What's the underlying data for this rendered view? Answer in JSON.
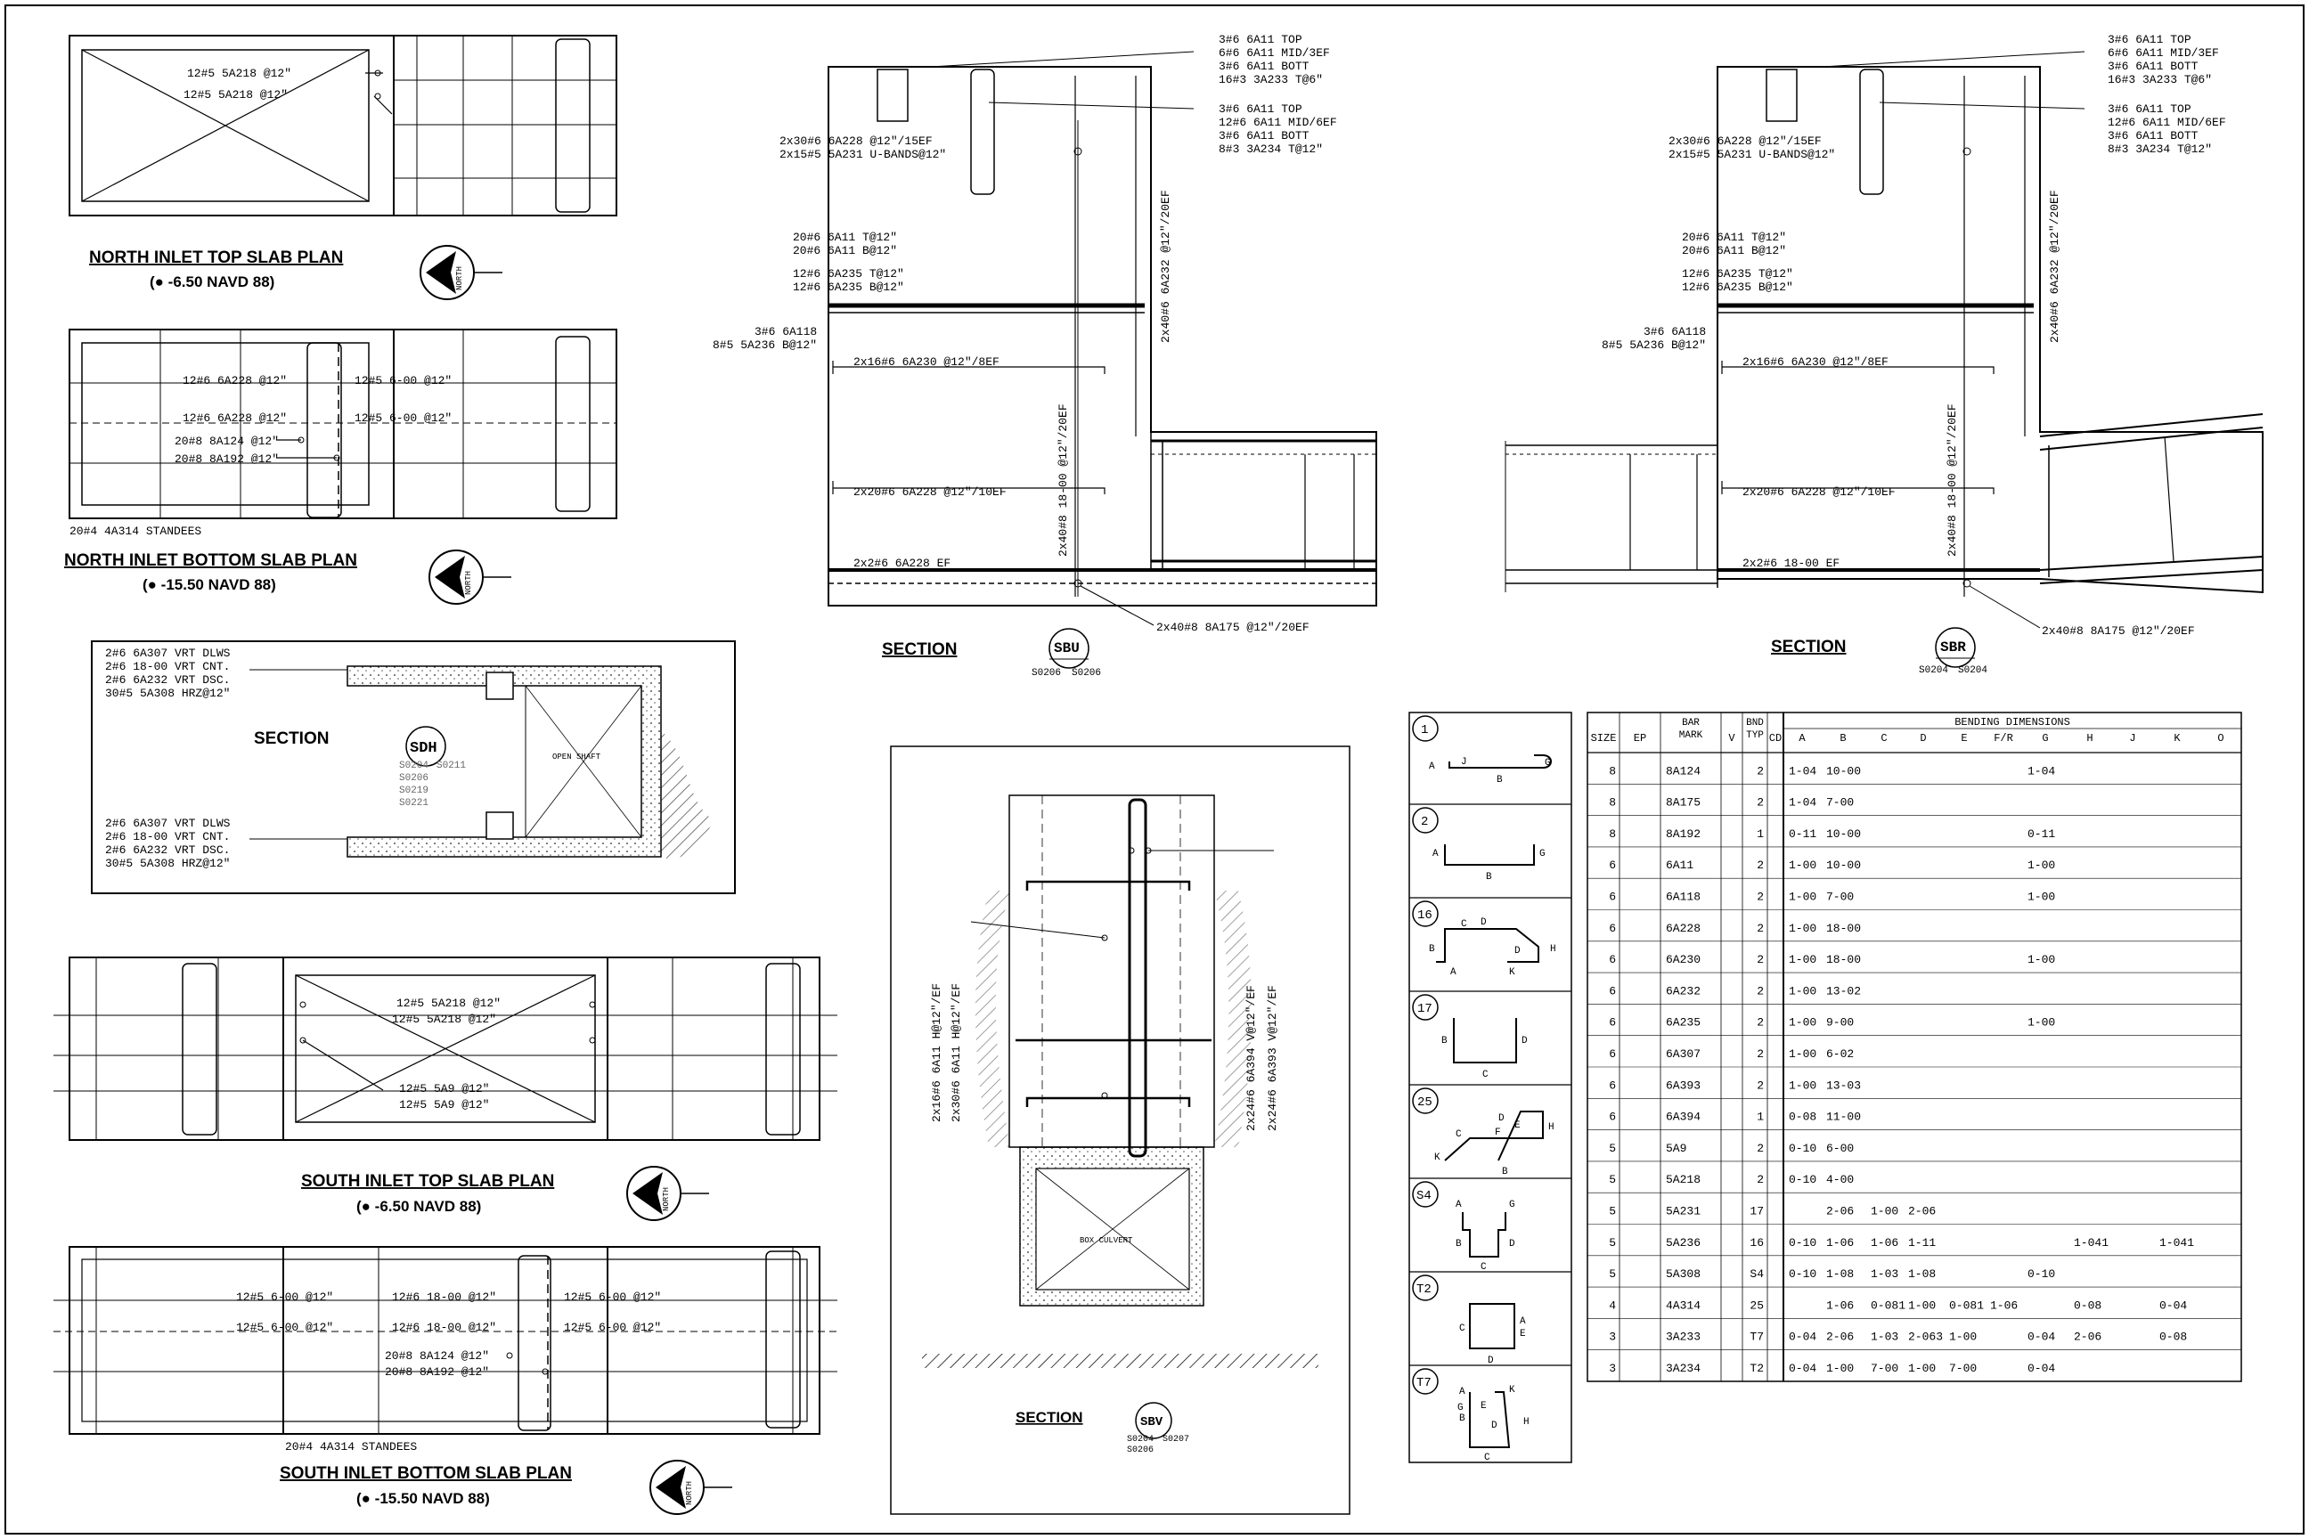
{
  "plans": {
    "north_top": {
      "title": "NORTH INLET TOP SLAB PLAN",
      "elev": "(● -6.50 NAVD 88)",
      "callouts": [
        "12#5 5A218 @12\"",
        "12#5 5A218 @12\""
      ]
    },
    "north_bottom": {
      "title": "NORTH INLET BOTTOM SLAB PLAN",
      "elev": "(● -15.50 NAVD 88)",
      "callouts": [
        "12#6 6A228 @12\"",
        "12#5 6-00 @12\"",
        "12#6 6A228 @12\"",
        "12#5 6-00 @12\"",
        "20#8 8A124 @12\"",
        "20#8 8A192 @12\""
      ],
      "note": "20#4 4A314 STANDEES"
    },
    "south_top": {
      "title": "SOUTH INLET TOP SLAB PLAN",
      "elev": "(● -6.50 NAVD 88)",
      "callouts": [
        "12#5 5A218 @12\"",
        "12#5 5A218 @12\"",
        "12#5 5A9 @12\"",
        "12#5 5A9 @12\""
      ]
    },
    "south_bottom": {
      "title": "SOUTH INLET BOTTOM SLAB PLAN",
      "elev": "(● -15.50 NAVD 88)",
      "callouts": [
        "12#5 6-00 @12\"",
        "12#6 18-00 @12\"",
        "12#5 6-00 @12\"",
        "12#5 6-00 @12\"",
        "12#6 18-00 @12\"",
        "12#5 6-00 @12\"",
        "20#8 8A124 @12\"",
        "20#8 8A192 @12\""
      ],
      "note": "20#4 4A314 STANDEES"
    },
    "north_label": "NORTH"
  },
  "sdh": {
    "label": "SECTION",
    "tag": "SDH",
    "refs": [
      "S0204",
      "S0211",
      "S0206",
      "S0219",
      "S0221"
    ],
    "shaft": "OPEN SHAFT",
    "notes_top": [
      "2#6 6A307 VRT DLWS",
      "2#6 18-00 VRT CNT.",
      "2#6 6A232 VRT DSC.",
      "30#5 5A308 HRZ@12\""
    ],
    "notes_bottom": [
      "2#6 6A307 VRT DLWS",
      "2#6 18-00 VRT CNT.",
      "2#6 6A232 VRT DSC.",
      "30#5 5A308 HRZ@12\""
    ]
  },
  "sbu": {
    "label": "SECTION",
    "tag": "SBU",
    "refs": [
      "S0206",
      "S0206"
    ],
    "right_notes": [
      "3#6 6A11 TOP",
      "6#6 6A11 MID/3EF",
      "3#6 6A11 BOTT",
      "16#3 3A233 T@6\"",
      "3#6 6A11 TOP",
      "12#6 6A11 MID/6EF",
      "3#6 6A11 BOTT",
      "8#3 3A234 T@12\""
    ],
    "left_notes": [
      "2x30#6 6A228 @12\"/15EF",
      "2x15#5 5A231 U-BANDS@12\"",
      "20#6 6A11 T@12\"",
      "20#6 6A11 B@12\"",
      "12#6 6A235 T@12\"",
      "12#6 6A235 B@12\"",
      "3#6 6A118",
      "8#5 5A236 B@12\""
    ],
    "inner_notes": [
      "2x16#6 6A230 @12\"/8EF",
      "2x20#6 6A228 @12\"/10EF",
      "2x2#6 6A228 EF"
    ],
    "vert_notes": [
      "2x40#6 6A232 @12\"/20EF",
      "2x40#8 18-00 @12\"/20EF"
    ],
    "bottom_note": "2x40#8 8A175 @12\"/20EF"
  },
  "sbr": {
    "label": "SECTION",
    "tag": "SBR",
    "refs": [
      "S0204",
      "S0204"
    ],
    "right_notes": [
      "3#6 6A11 TOP",
      "6#6 6A11 MID/3EF",
      "3#6 6A11 BOTT",
      "16#3 3A233 T@6\"",
      "3#6 6A11 TOP",
      "12#6 6A11 MID/6EF",
      "3#6 6A11 BOTT",
      "8#3 3A234 T@12\""
    ],
    "left_notes": [
      "2x30#6 6A228 @12\"/15EF",
      "2x15#5 5A231 U-BANDS@12\"",
      "20#6 6A11 T@12\"",
      "20#6 6A11 B@12\"",
      "12#6 6A235 T@12\"",
      "12#6 6A235 B@12\"",
      "3#6 6A118",
      "8#5 5A236 B@12\""
    ],
    "inner_notes": [
      "2x16#6 6A230 @12\"/8EF",
      "2x20#6 6A228 @12\"/10EF",
      "2x2#6 18-00 EF"
    ],
    "vert_notes": [
      "2x40#6 6A232 @12\"/20EF",
      "2x40#8 18-00 @12\"/20EF"
    ],
    "bottom_note": "2x40#8 8A175 @12\"/20EF"
  },
  "sbv": {
    "label": "SECTION",
    "tag": "SBV",
    "refs": [
      "S0204",
      "S0207",
      "S0206"
    ],
    "box": "BOX CULVERT",
    "vert_notes": [
      "2x16#6 6A11 H@12\"/EF",
      "2x30#6 6A11 H@12\"/EF",
      "2x24#6 6A394 V@12\"/EF",
      "2x24#6 6A393 V@12\"/EF"
    ]
  },
  "shapes": {
    "types": [
      "1",
      "2",
      "16",
      "17",
      "25",
      "S4",
      "T2",
      "T7"
    ]
  },
  "table": {
    "group_header": "BENDING DIMENSIONS",
    "columns": [
      "SIZE",
      "EP",
      "BAR MARK",
      "V",
      "BND TYP",
      "CD",
      "A",
      "B",
      "C",
      "D",
      "E",
      "F/R",
      "G",
      "H",
      "J",
      "K",
      "O"
    ],
    "rows": [
      [
        "8",
        "",
        "8A124",
        "",
        "2",
        "",
        "1-04",
        "10-00",
        "",
        "",
        "",
        "",
        "1-04",
        "",
        "",
        "",
        ""
      ],
      [
        "8",
        "",
        "8A175",
        "",
        "2",
        "",
        "1-04",
        "7-00",
        "",
        "",
        "",
        "",
        "",
        "",
        "",
        "",
        ""
      ],
      [
        "8",
        "",
        "8A192",
        "",
        "1",
        "",
        "0-11",
        "10-00",
        "",
        "",
        "",
        "",
        "0-11",
        "",
        "",
        "",
        ""
      ],
      [
        "6",
        "",
        "6A11",
        "",
        "2",
        "",
        "1-00",
        "10-00",
        "",
        "",
        "",
        "",
        "1-00",
        "",
        "",
        "",
        ""
      ],
      [
        "6",
        "",
        "6A118",
        "",
        "2",
        "",
        "1-00",
        "7-00",
        "",
        "",
        "",
        "",
        "1-00",
        "",
        "",
        "",
        ""
      ],
      [
        "6",
        "",
        "6A228",
        "",
        "2",
        "",
        "1-00",
        "18-00",
        "",
        "",
        "",
        "",
        "",
        "",
        "",
        "",
        ""
      ],
      [
        "6",
        "",
        "6A230",
        "",
        "2",
        "",
        "1-00",
        "18-00",
        "",
        "",
        "",
        "",
        "1-00",
        "",
        "",
        "",
        ""
      ],
      [
        "6",
        "",
        "6A232",
        "",
        "2",
        "",
        "1-00",
        "13-02",
        "",
        "",
        "",
        "",
        "",
        "",
        "",
        "",
        ""
      ],
      [
        "6",
        "",
        "6A235",
        "",
        "2",
        "",
        "1-00",
        "9-00",
        "",
        "",
        "",
        "",
        "1-00",
        "",
        "",
        "",
        ""
      ],
      [
        "6",
        "",
        "6A307",
        "",
        "2",
        "",
        "1-00",
        "6-02",
        "",
        "",
        "",
        "",
        "",
        "",
        "",
        "",
        ""
      ],
      [
        "6",
        "",
        "6A393",
        "",
        "2",
        "",
        "1-00",
        "13-03",
        "",
        "",
        "",
        "",
        "",
        "",
        "",
        "",
        ""
      ],
      [
        "6",
        "",
        "6A394",
        "",
        "1",
        "",
        "0-08",
        "11-00",
        "",
        "",
        "",
        "",
        "",
        "",
        "",
        "",
        ""
      ],
      [
        "5",
        "",
        "5A9",
        "",
        "2",
        "",
        "0-10",
        "6-00",
        "",
        "",
        "",
        "",
        "",
        "",
        "",
        "",
        ""
      ],
      [
        "5",
        "",
        "5A218",
        "",
        "2",
        "",
        "0-10",
        "4-00",
        "",
        "",
        "",
        "",
        "",
        "",
        "",
        "",
        ""
      ],
      [
        "5",
        "",
        "5A231",
        "",
        "17",
        "",
        "",
        "2-06",
        "1-00",
        "2-06",
        "",
        "",
        "",
        "",
        "",
        "",
        ""
      ],
      [
        "5",
        "",
        "5A236",
        "",
        "16",
        "",
        "0-10",
        "1-06",
        "1-06",
        "1-11",
        "",
        "",
        "",
        "1-041",
        "",
        "1-041",
        ""
      ],
      [
        "5",
        "",
        "5A308",
        "",
        "S4",
        "",
        "0-10",
        "1-08",
        "1-03",
        "1-08",
        "",
        "",
        "0-10",
        "",
        "",
        "",
        ""
      ],
      [
        "4",
        "",
        "4A314",
        "",
        "25",
        "",
        "",
        "1-06",
        "0-081",
        "1-00",
        "0-081",
        "1-06",
        "",
        "0-08",
        "",
        "0-04",
        ""
      ],
      [
        "3",
        "",
        "3A233",
        "",
        "T7",
        "",
        "0-04",
        "2-06",
        "1-03",
        "2-063",
        "1-00",
        "",
        "0-04",
        "2-06",
        "",
        "0-08",
        ""
      ],
      [
        "3",
        "",
        "3A234",
        "",
        "T2",
        "",
        "0-04",
        "1-00",
        "7-00",
        "1-00",
        "7-00",
        "",
        "0-04",
        "",
        "",
        "",
        ""
      ]
    ]
  }
}
